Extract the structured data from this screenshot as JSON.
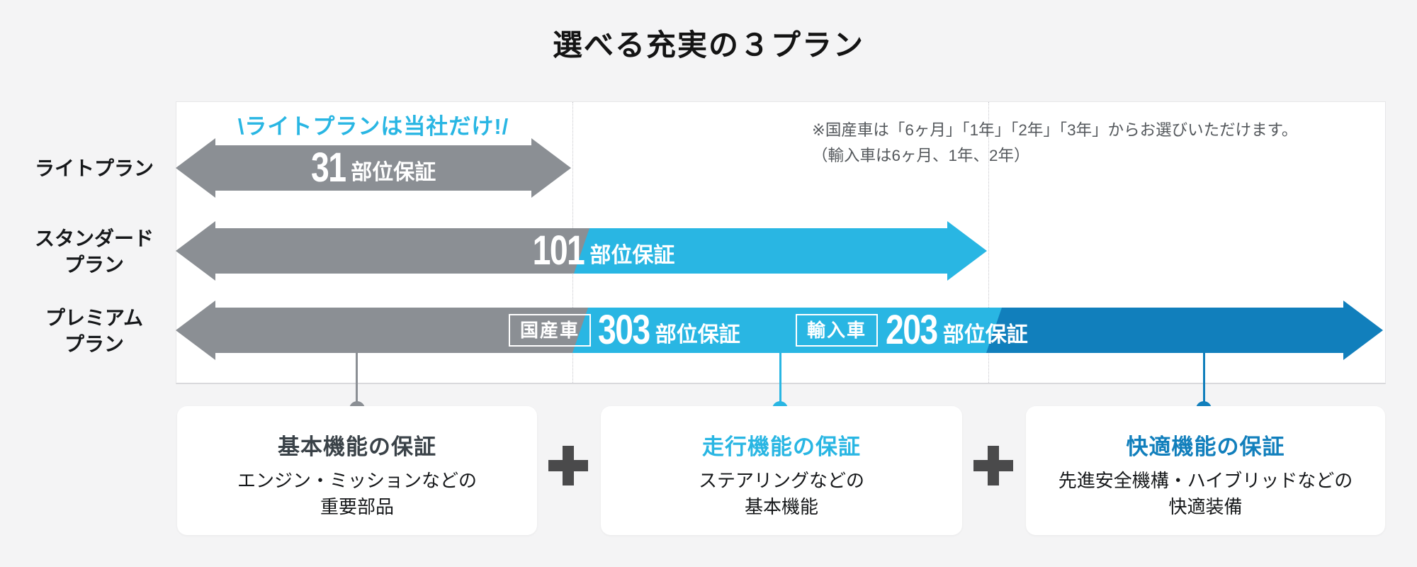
{
  "title": "選べる充実の３プラン",
  "catchphrase": "\\ライトプランは当社だけ!/",
  "note": {
    "line1": "※国産車は「6ヶ月」「1年」「2年」「3年」からお選びいただけます。",
    "line2": "（輸入車は6ヶ月、1年、2年）"
  },
  "plans": {
    "light": {
      "label": "ライトプラン",
      "count": "31",
      "unit": "部位保証"
    },
    "standard": {
      "label_line1": "スタンダード",
      "label_line2": "プラン",
      "count": "101",
      "unit": "部位保証"
    },
    "premium": {
      "label_line1": "プレミアム",
      "label_line2": "プラン",
      "domestic_badge": "国産車",
      "domestic_count": "303",
      "domestic_unit": "部位保証",
      "import_badge": "輸入車",
      "import_count": "203",
      "import_unit": "部位保証"
    }
  },
  "benefit_boxes": [
    {
      "title": "基本機能の保証",
      "body_line1": "エンジン・ミッションなどの",
      "body_line2": "重要部品"
    },
    {
      "title": "走行機能の保証",
      "body_line1": "ステアリングなどの",
      "body_line2": "基本機能"
    },
    {
      "title": "快適機能の保証",
      "body_line1": "先進安全機構・ハイブリッドなどの",
      "body_line2": "快適装備"
    }
  ],
  "colors": {
    "background": "#f4f4f5",
    "panel": "#ffffff",
    "gray": "#8b8f94",
    "cyan": "#29b6e3",
    "blue": "#117fbc",
    "plus": "#4a4a4b",
    "note_text": "#54585c",
    "basic_title": "#3a4248"
  }
}
